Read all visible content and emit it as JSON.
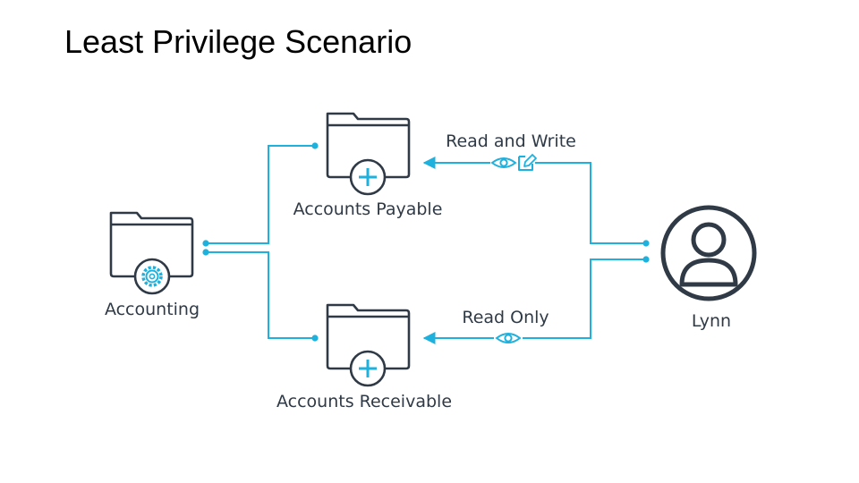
{
  "title": "Least Privilege Scenario",
  "colors": {
    "line": "#1fb1dd",
    "ink": "#2f3a46",
    "background": "#ffffff"
  },
  "nodes": {
    "accounting": {
      "label": "Accounting",
      "icon": "folder-gear-icon"
    },
    "payable": {
      "label": "Accounts Payable",
      "icon": "folder-plus-icon"
    },
    "receivable": {
      "label": "Accounts Receivable",
      "icon": "folder-plus-icon"
    },
    "user": {
      "label": "Lynn",
      "icon": "user-icon"
    }
  },
  "permissions": {
    "payable": {
      "label": "Read and Write",
      "icons": [
        "eye-icon",
        "edit-icon"
      ]
    },
    "receivable": {
      "label": "Read Only",
      "icons": [
        "eye-icon"
      ]
    }
  }
}
